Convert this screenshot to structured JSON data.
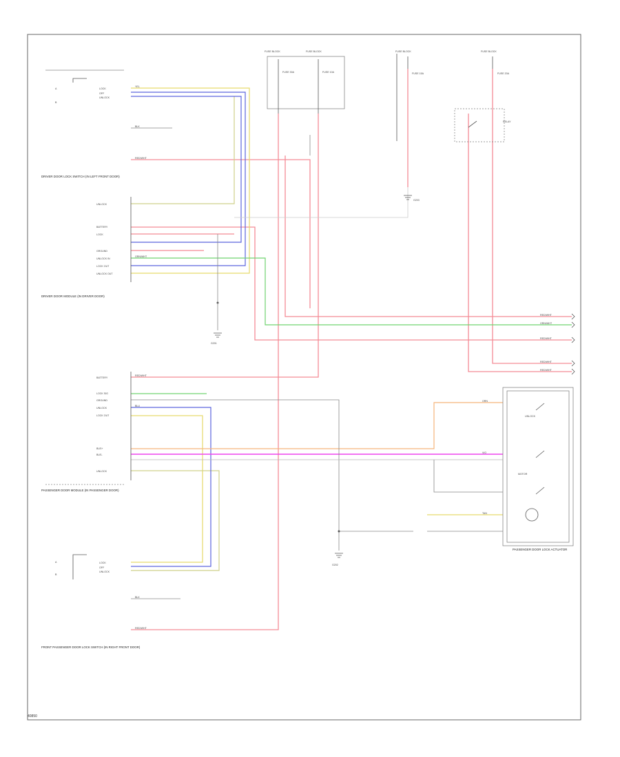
{
  "diagram": {
    "code": "40850",
    "components": {
      "left_front_door_lock_switch": "DRIVER DOOR LOCK SWITCH (IN LEFT FRONT DOOR)",
      "driver_door_module": "DRIVER DOOR MODULE (IN DRIVER DOOR)",
      "passenger_door_module": "PASSENGER DOOR MODULE (IN PASSENGER DOOR)",
      "right_front_door_lock_switch": "FRONT PASSENGER DOOR LOCK SWITCH (IN RIGHT FRONT DOOR)",
      "passenger_door_lock_actuator": "PASSENGER DOOR LOCK ACTUATOR",
      "fuse_block_upper": "FUSE BLOCK",
      "fuse_block_right": "FUSE BLOCK",
      "fuse_upper_left": "FUSE 30A",
      "fuse_upper_mid": "FUSE 10A",
      "fuse_right_a": "FUSE 15A",
      "fuse_right_b": "FUSE 20A",
      "actuator_unlock": "UNLOCK",
      "actuator_motor": "MOTOR",
      "relay_label": "RELAY",
      "ground_g201": "G201",
      "ground_g202": "G202",
      "ground_g203": "G203"
    },
    "pins_driver_switch": [
      "LOCK",
      "OFF",
      "UNLOCK"
    ],
    "pins_driver_module": [
      "UNLOCK",
      "BATTERY",
      "LOCK",
      "GROUND",
      "UNLOCK IN",
      "LOCK OUT",
      "UNLOCK OUT"
    ],
    "pins_passenger_module": [
      "BATTERY",
      "LOCK SIG",
      "GROUND",
      "UNLOCK",
      "LOCK OUT",
      "BUS+",
      "BUS-",
      "UNLOCK"
    ],
    "pins_passenger_switch": [
      "LOCK",
      "OFF",
      "UNLOCK"
    ],
    "wire_colors": {
      "red_white": "RED/WHT",
      "black": "BLK",
      "green_white": "GRN/WHT",
      "yellow": "YEL",
      "blue": "BLU",
      "orange": "ORN",
      "violet": "VIO",
      "tan": "TAN"
    },
    "colors": {
      "red": "#f48a95",
      "yellow": "#e6d96a",
      "olive": "#cfd08a",
      "blue": "#5a63dd",
      "green": "#6fd36f",
      "magenta": "#ee44ee",
      "orange": "#f5b57a",
      "gray": "#888888"
    }
  }
}
